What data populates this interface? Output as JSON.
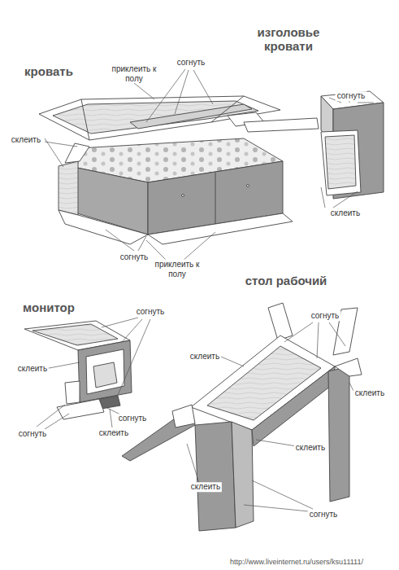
{
  "diagram": {
    "labels": [
      "кровать",
      "приклеить к полу",
      "согнуть",
      "изголовье кровати",
      "согнуть",
      "склеить",
      "склеить",
      "согнуть",
      "приклеить к полу",
      "монитор",
      "согнуть",
      "склеить",
      "согнуть",
      "согнуть",
      "склеить",
      "стол рабочий",
      "согнуть",
      "склеить",
      "склеить",
      "склеить",
      "склеить",
      "согнуть",
      "http://www.liveinternet.ru/users/ksu11111/"
    ]
  }
}
